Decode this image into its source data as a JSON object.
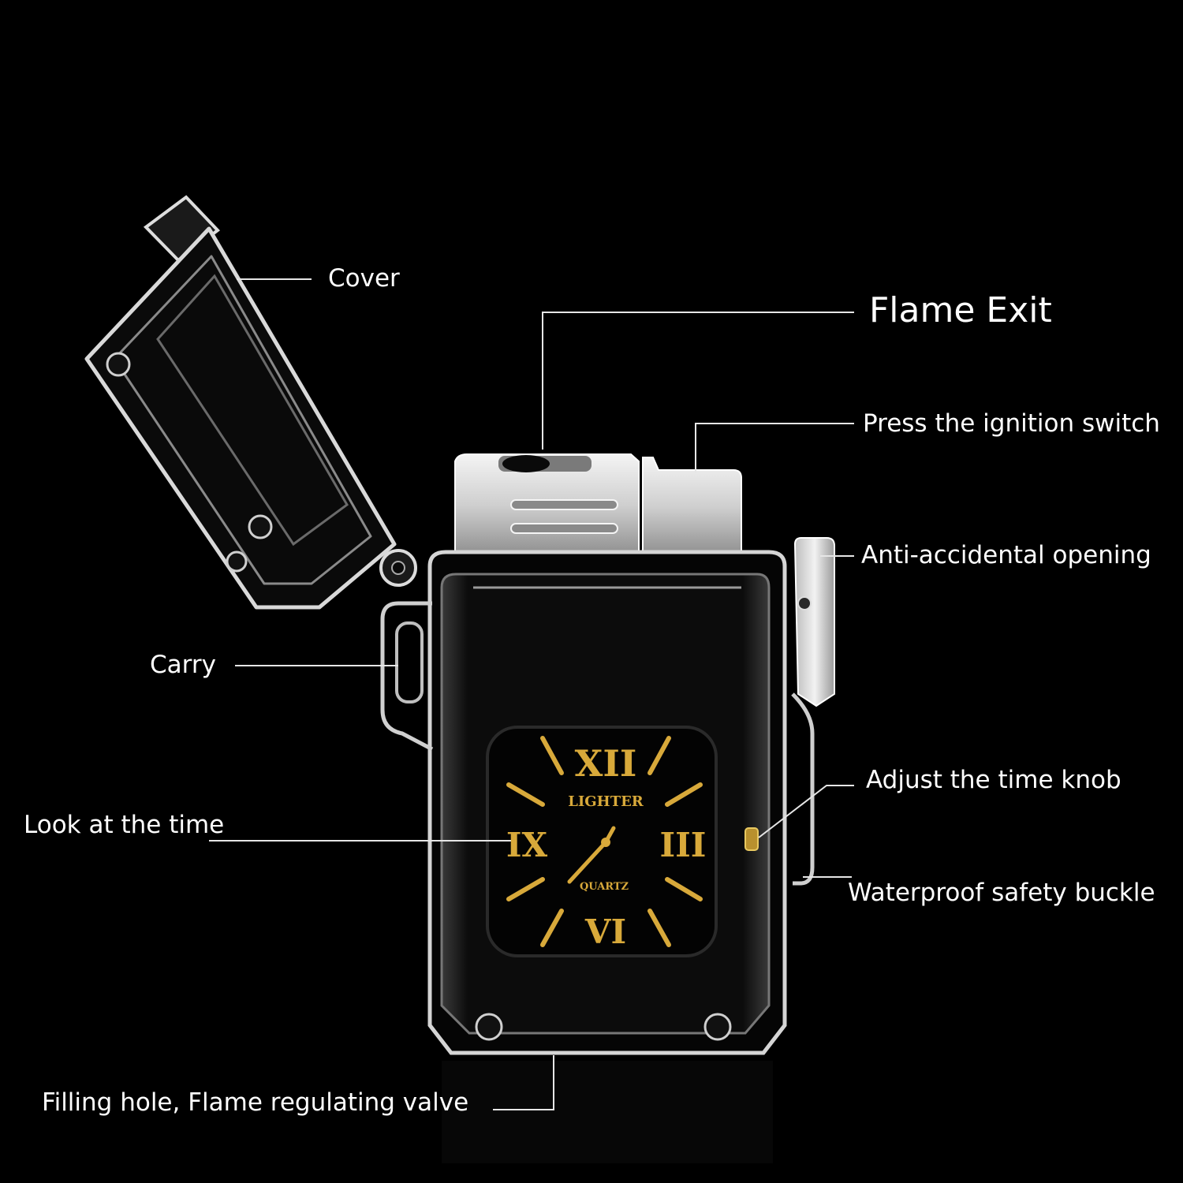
{
  "labels": {
    "cover": "Cover",
    "flame_exit": "Flame Exit",
    "ignition": "Press the ignition switch",
    "anti_open": "Anti-accidental opening",
    "carry": "Carry",
    "time_knob": "Adjust the time knob",
    "look_time": "Look at the time",
    "buckle": "Waterproof safety buckle",
    "filling": "Filling hole, Flame regulating valve"
  },
  "dial": {
    "brand": "LIGHTER",
    "maker": "QUARTZ",
    "numeral_top": "XII",
    "numeral_right": "III",
    "numeral_bottom": "VI",
    "numeral_left": "IX"
  },
  "colors": {
    "background": "#000000",
    "label_text": "#ffffff",
    "leader_line": "#e6e6e6",
    "dial_gold": "#d8a93a",
    "chrome": "#d9d9d9"
  }
}
